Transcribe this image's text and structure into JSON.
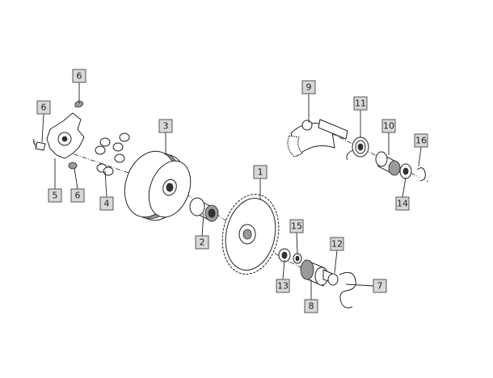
{
  "callouts": [
    {
      "id": "c1",
      "label": "1"
    },
    {
      "id": "c2",
      "label": "2"
    },
    {
      "id": "c3",
      "label": "3"
    },
    {
      "id": "c4",
      "label": "4"
    },
    {
      "id": "c5",
      "label": "5"
    },
    {
      "id": "c6a",
      "label": "6"
    },
    {
      "id": "c6b",
      "label": "6"
    },
    {
      "id": "c6c",
      "label": "6"
    },
    {
      "id": "c7",
      "label": "7"
    },
    {
      "id": "c8",
      "label": "8"
    },
    {
      "id": "c9",
      "label": "9"
    },
    {
      "id": "c10",
      "label": "10"
    },
    {
      "id": "c11",
      "label": "11"
    },
    {
      "id": "c12",
      "label": "12"
    },
    {
      "id": "c13",
      "label": "13"
    },
    {
      "id": "c14",
      "label": "14"
    },
    {
      "id": "c15",
      "label": "15"
    },
    {
      "id": "c16",
      "label": "16"
    }
  ]
}
